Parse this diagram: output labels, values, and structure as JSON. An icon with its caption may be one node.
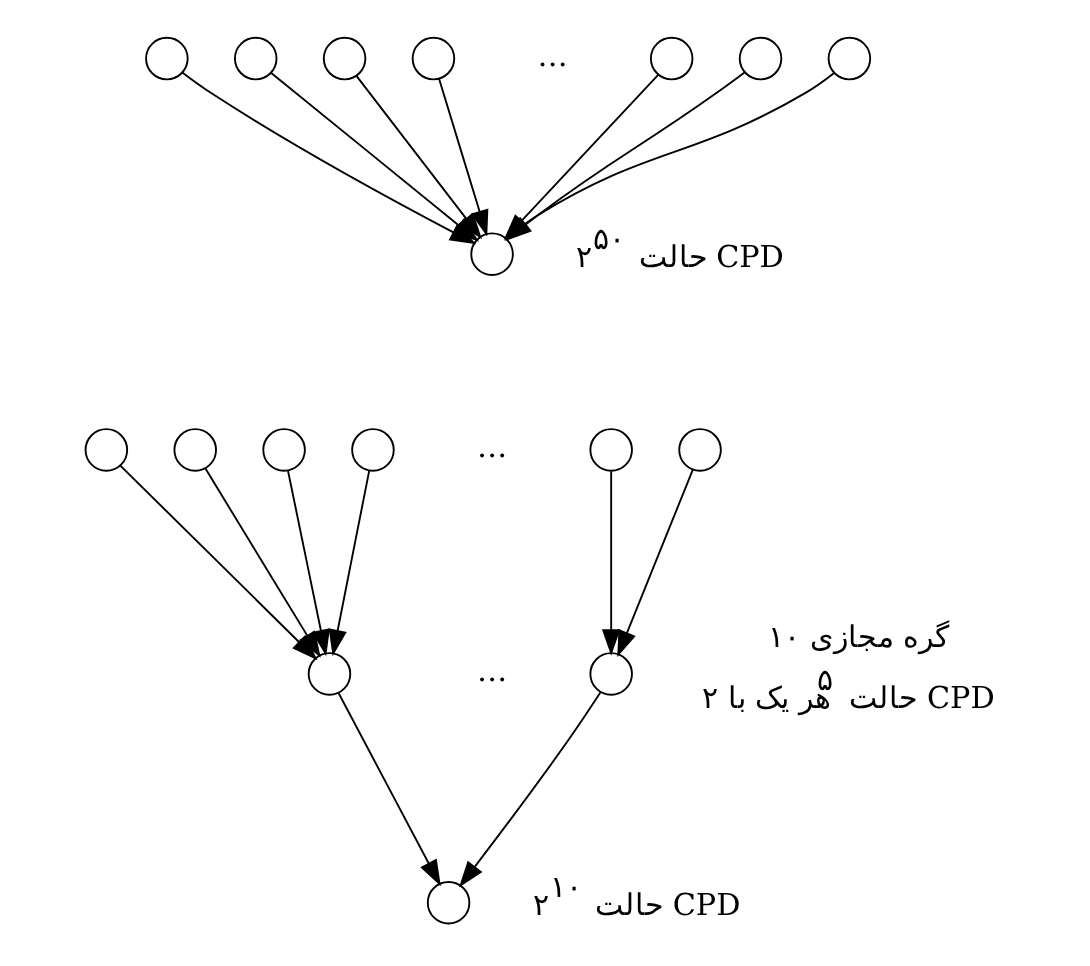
{
  "diagram": {
    "nodes": [
      {
        "text": [],
        "shape": "circle"
      },
      {
        "text": [],
        "shape": "circle"
      },
      {
        "text": [],
        "shape": "circle"
      },
      {
        "text": [],
        "shape": "circle"
      },
      {
        "text": [],
        "shape": "circle"
      },
      {
        "text": [],
        "shape": "circle"
      },
      {
        "text": [],
        "shape": "circle"
      },
      {
        "text": [],
        "shape": "circle",
        "beside": [
          "۲$^{۵۰}$ حالت CPD"
        ]
      },
      {
        "text": [],
        "shape": "circle"
      },
      {
        "text": [],
        "shape": "circle"
      },
      {
        "text": [],
        "shape": "circle"
      },
      {
        "text": [],
        "shape": "circle"
      },
      {
        "text": [],
        "shape": "circle"
      },
      {
        "text": [],
        "shape": "circle"
      },
      {
        "text": [],
        "shape": "circle"
      },
      {
        "text": [],
        "shape": "circle",
        "beside": [
          "۱۰ گره مجازی",
          "هر یک با ۲$^{۵}$ حالت CPD"
        ]
      },
      {
        "text": [],
        "shape": "circle",
        "beside": [
          "۲$^{۱۰}$ حالت CPD"
        ]
      }
    ],
    "edges": [
      {
        "from": 0,
        "to": 7,
        "arrow": "to"
      },
      {
        "from": 1,
        "to": 7,
        "arrow": "to"
      },
      {
        "from": 2,
        "to": 7,
        "arrow": "to"
      },
      {
        "from": 3,
        "to": 7,
        "arrow": "to"
      },
      {
        "from": 4,
        "to": 7,
        "arrow": "to"
      },
      {
        "from": 5,
        "to": 7,
        "arrow": "to"
      },
      {
        "from": 6,
        "to": 7,
        "arrow": "to"
      },
      {
        "from": 8,
        "to": 14,
        "arrow": "to"
      },
      {
        "from": 9,
        "to": 14,
        "arrow": "to"
      },
      {
        "from": 10,
        "to": 14,
        "arrow": "to"
      },
      {
        "from": 11,
        "to": 14,
        "arrow": "to"
      },
      {
        "from": 12,
        "to": 15,
        "arrow": "to"
      },
      {
        "from": 13,
        "to": 15,
        "arrow": "to"
      },
      {
        "from": 14,
        "to": 16,
        "arrow": "to"
      },
      {
        "from": 15,
        "to": 16,
        "arrow": "to"
      }
    ],
    "labels": [
      "…",
      "…",
      "…"
    ]
  }
}
